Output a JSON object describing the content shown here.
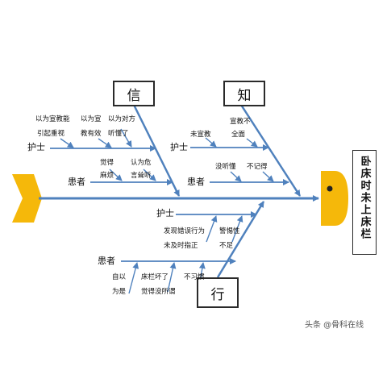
{
  "categories": {
    "xin": "信",
    "zhi": "知",
    "xing": "行"
  },
  "head": {
    "title": "卧床时未上床栏"
  },
  "xin_branch": {
    "nurse_label": "护士",
    "nurse_causes": [
      "以为宣教能",
      "以为宣",
      "以为对方",
      "引起重视",
      "教有效",
      "听懂了"
    ],
    "patient_label": "患者",
    "patient_causes": [
      "觉得",
      "认为危",
      "麻烦",
      "言耸听"
    ]
  },
  "zhi_branch": {
    "nurse_label": "护士",
    "nurse_causes": [
      "未宣教",
      "宣教不",
      "全面"
    ],
    "patient_label": "患者",
    "patient_causes": [
      "没听懂",
      "不记得"
    ]
  },
  "xing_branch": {
    "nurse_label": "护士",
    "nurse_causes": [
      "发现错误行为",
      "警惕性",
      "未及时指正",
      "不足"
    ],
    "patient_label": "患者",
    "patient_causes": [
      "自以",
      "床栏坏了",
      "不习惯",
      "为是",
      "觉得没所谓"
    ]
  },
  "watermark": {
    "text": "头条 @骨科在线"
  },
  "colors": {
    "spine": "#4f81bd",
    "arrow": "#4f81bd",
    "tail": "#f5b80a",
    "head": "#f5b80a",
    "head_eye": "#222222"
  }
}
